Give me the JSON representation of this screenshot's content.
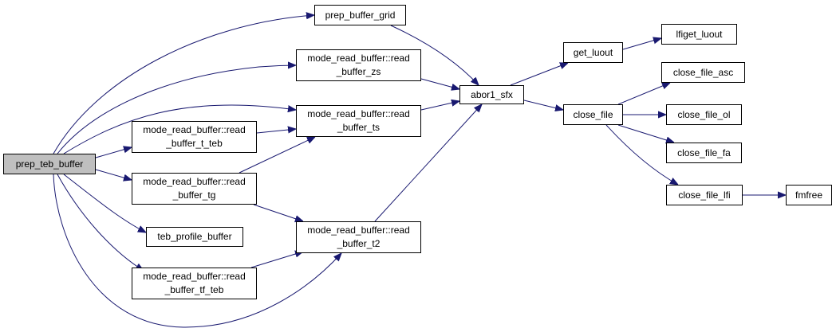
{
  "graph": {
    "root": "prep_teb_buffer",
    "nodes": {
      "prep_teb_buffer": {
        "lines": [
          "prep_teb_buffer"
        ]
      },
      "prep_buffer_grid": {
        "lines": [
          "prep_buffer_grid"
        ]
      },
      "read_buffer_zs": {
        "lines": [
          "mode_read_buffer::read",
          "_buffer_zs"
        ]
      },
      "read_buffer_t_teb": {
        "lines": [
          "mode_read_buffer::read",
          "_buffer_t_teb"
        ]
      },
      "read_buffer_ts": {
        "lines": [
          "mode_read_buffer::read",
          "_buffer_ts"
        ]
      },
      "read_buffer_tg": {
        "lines": [
          "mode_read_buffer::read",
          "_buffer_tg"
        ]
      },
      "teb_profile_buffer": {
        "lines": [
          "teb_profile_buffer"
        ]
      },
      "read_buffer_t2": {
        "lines": [
          "mode_read_buffer::read",
          "_buffer_t2"
        ]
      },
      "read_buffer_tf_teb": {
        "lines": [
          "mode_read_buffer::read",
          "_buffer_tf_teb"
        ]
      },
      "abor1_sfx": {
        "lines": [
          "abor1_sfx"
        ]
      },
      "get_luout": {
        "lines": [
          "get_luout"
        ]
      },
      "lfiget_luout": {
        "lines": [
          "lfiget_luout"
        ]
      },
      "close_file": {
        "lines": [
          "close_file"
        ]
      },
      "close_file_asc": {
        "lines": [
          "close_file_asc"
        ]
      },
      "close_file_ol": {
        "lines": [
          "close_file_ol"
        ]
      },
      "close_file_fa": {
        "lines": [
          "close_file_fa"
        ]
      },
      "close_file_lfi": {
        "lines": [
          "close_file_lfi"
        ]
      },
      "fmfree": {
        "lines": [
          "fmfree"
        ]
      }
    },
    "edges": [
      [
        "prep_teb_buffer",
        "prep_buffer_grid"
      ],
      [
        "prep_teb_buffer",
        "read_buffer_zs"
      ],
      [
        "prep_teb_buffer",
        "read_buffer_ts"
      ],
      [
        "prep_teb_buffer",
        "read_buffer_t_teb"
      ],
      [
        "prep_teb_buffer",
        "read_buffer_tg"
      ],
      [
        "prep_teb_buffer",
        "teb_profile_buffer"
      ],
      [
        "prep_teb_buffer",
        "read_buffer_tf_teb"
      ],
      [
        "prep_teb_buffer",
        "read_buffer_t2"
      ],
      [
        "read_buffer_t_teb",
        "read_buffer_ts"
      ],
      [
        "read_buffer_tg",
        "read_buffer_ts"
      ],
      [
        "read_buffer_tg",
        "read_buffer_t2"
      ],
      [
        "read_buffer_tf_teb",
        "read_buffer_t2"
      ],
      [
        "prep_buffer_grid",
        "abor1_sfx"
      ],
      [
        "read_buffer_zs",
        "abor1_sfx"
      ],
      [
        "read_buffer_ts",
        "abor1_sfx"
      ],
      [
        "read_buffer_t2",
        "abor1_sfx"
      ],
      [
        "abor1_sfx",
        "get_luout"
      ],
      [
        "abor1_sfx",
        "close_file"
      ],
      [
        "get_luout",
        "lfiget_luout"
      ],
      [
        "close_file",
        "close_file_asc"
      ],
      [
        "close_file",
        "close_file_ol"
      ],
      [
        "close_file",
        "close_file_fa"
      ],
      [
        "close_file",
        "close_file_lfi"
      ],
      [
        "close_file_lfi",
        "fmfree"
      ]
    ]
  },
  "colors": {
    "edge": "#191970",
    "root_fill": "#bfbfbf",
    "node_fill": "#ffffff",
    "node_border": "#000000"
  }
}
